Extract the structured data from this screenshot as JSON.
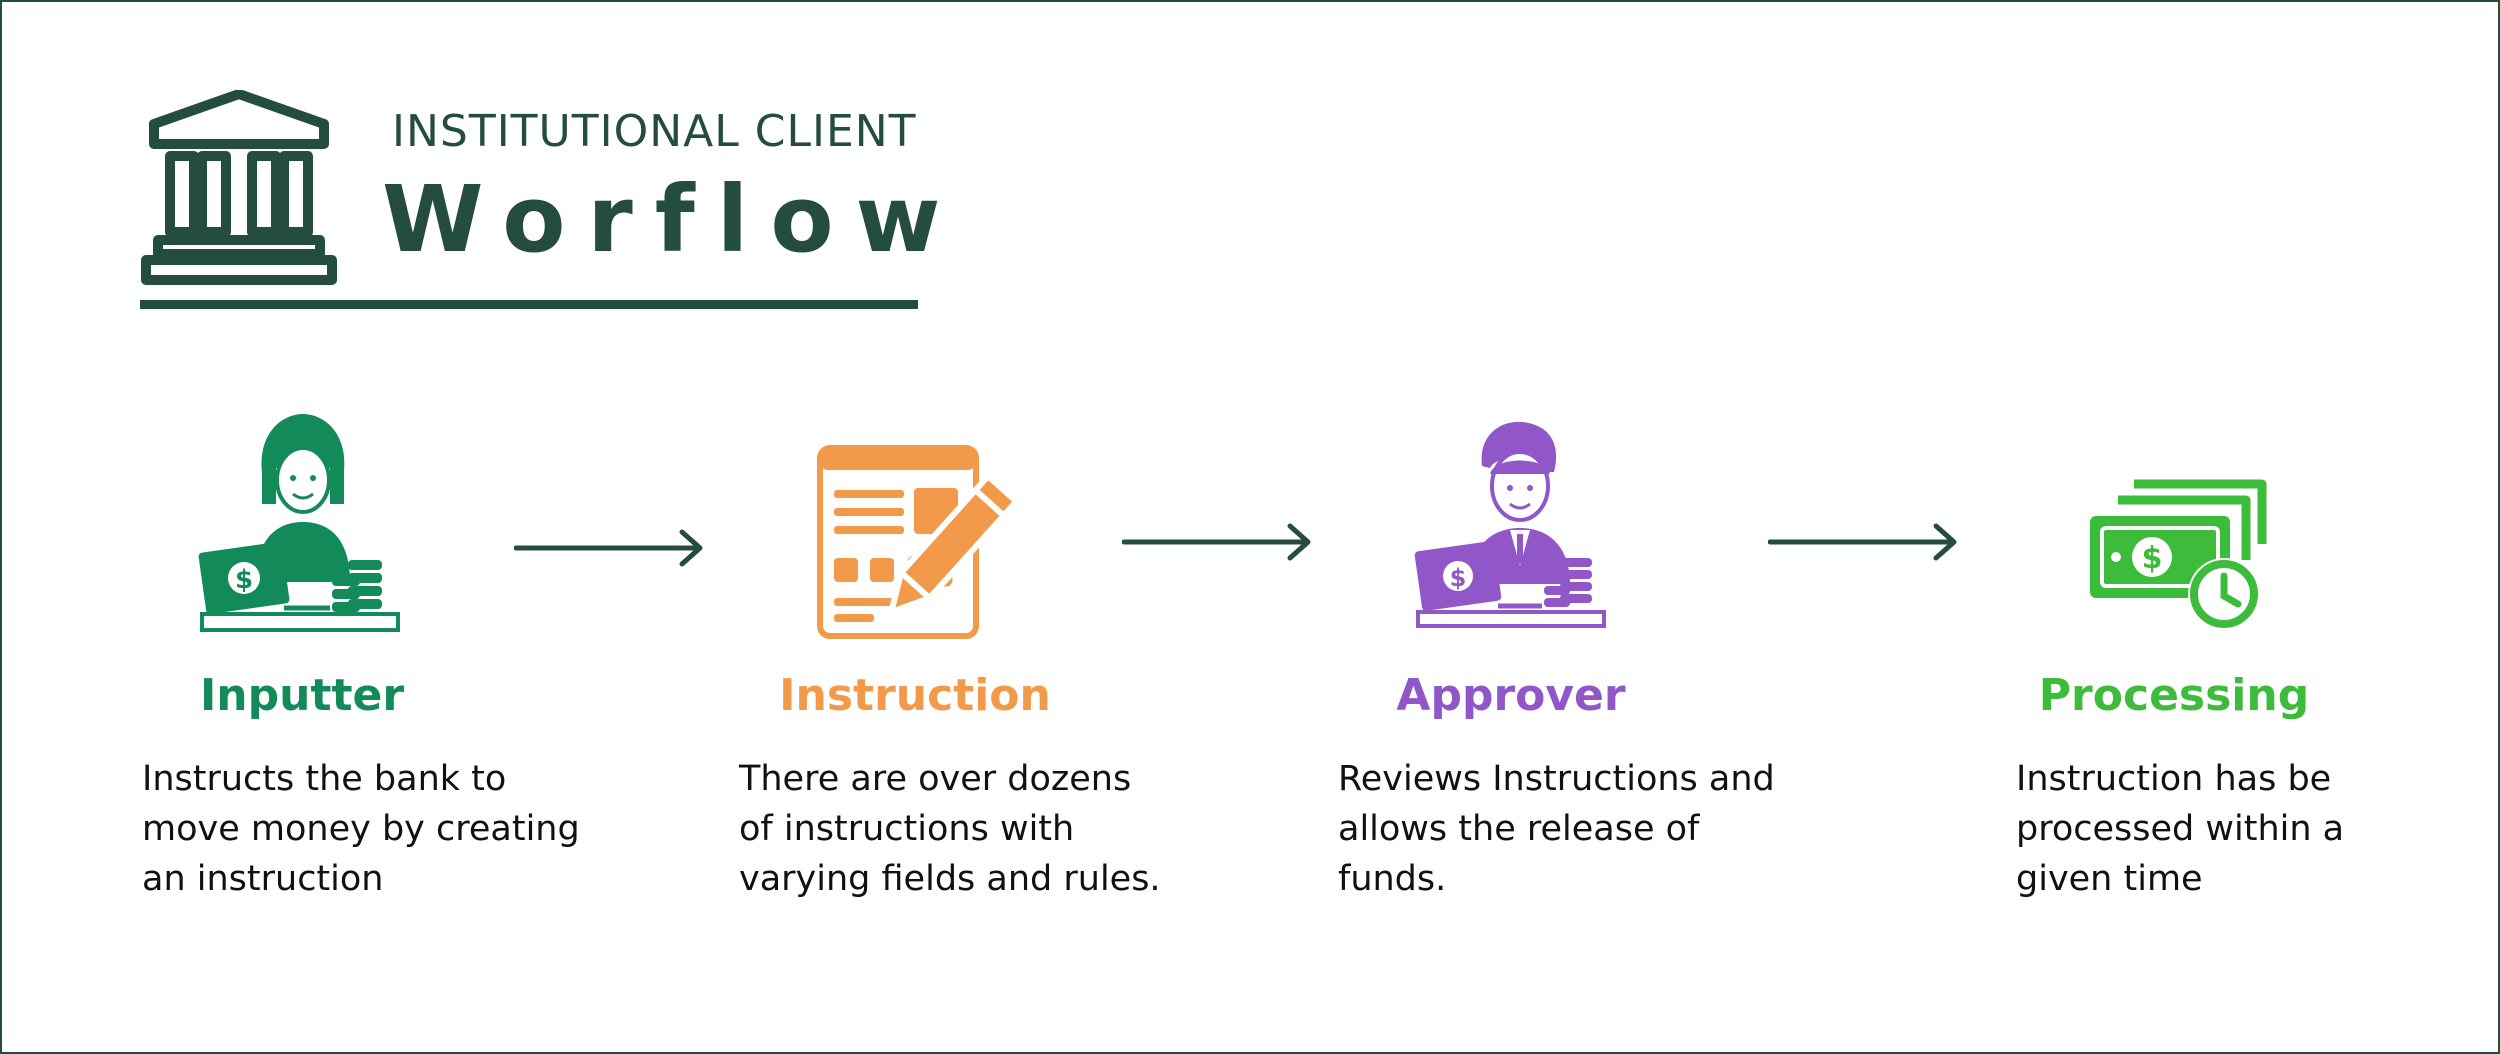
{
  "header": {
    "subtitle": "INSTITUTIONAL CLIENT",
    "title": "Worflow",
    "icon": "bank-building-icon"
  },
  "colors": {
    "dark_green": "#244d3d",
    "inputter": "#128a5a",
    "instruction": "#f29a4a",
    "approver": "#9157c8",
    "processing": "#3dbb3a"
  },
  "steps": [
    {
      "title": "Inputter",
      "icon": "woman-at-laptop-icon",
      "description": [
        "Instructs the bank to",
        "move money by creating",
        "an instruction"
      ]
    },
    {
      "title": "Instruction",
      "icon": "document-edit-icon",
      "description": [
        "There are over dozens",
        "of instructions with",
        "varying fields and rules."
      ]
    },
    {
      "title": "Approver",
      "icon": "man-at-laptop-icon",
      "description": [
        "Reviews Instructions and",
        "allows the release of",
        "funds."
      ]
    },
    {
      "title": "Processing",
      "icon": "money-clock-icon",
      "description": [
        "Instruction has be",
        "processed within a",
        "given time"
      ]
    }
  ]
}
